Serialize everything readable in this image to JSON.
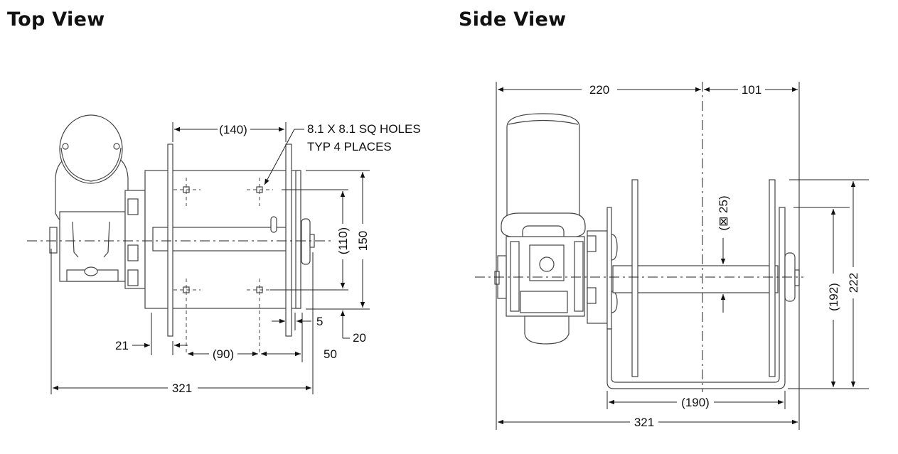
{
  "top_view": {
    "title": "Top View",
    "callout_line1": "8.1 X 8.1 SQ HOLES",
    "callout_line2": "TYP 4 PLACES",
    "dims": {
      "d140": "(140)",
      "d150": "150",
      "d110": "(110)",
      "d5": "5",
      "d20": "20",
      "d21": "21",
      "d90": "(90)",
      "d50": "50",
      "d321": "321"
    }
  },
  "side_view": {
    "title": "Side View",
    "dims": {
      "d220": "220",
      "d101": "101",
      "d25": "(⊠ 25)",
      "d192": "(192)",
      "d222": "222",
      "d190": "(190)",
      "d321": "321"
    }
  }
}
